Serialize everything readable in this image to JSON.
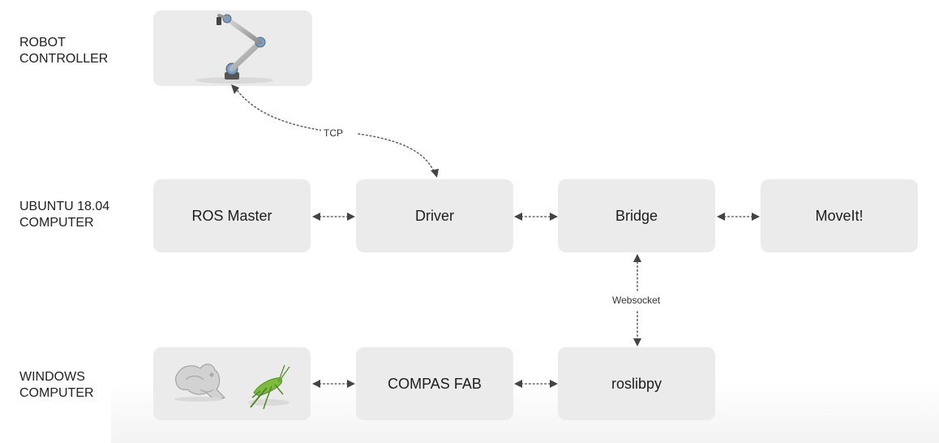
{
  "rows": {
    "robot": "ROBOT\nCONTROLLER",
    "ubuntu": "UBUNTU 18.04\nCOMPUTER",
    "windows": "WINDOWS\nCOMPUTER"
  },
  "nodes": {
    "robot_arm": "robot-arm-icon",
    "ros_master": "ROS Master",
    "driver": "Driver",
    "bridge": "Bridge",
    "moveit": "MoveIt!",
    "rhino_grasshopper": [
      "rhino-icon",
      "grasshopper-icon"
    ],
    "compas_fab": "COMPAS FAB",
    "roslibpy": "roslibpy"
  },
  "edges": {
    "tcp": "TCP",
    "websocket": "Websocket"
  }
}
